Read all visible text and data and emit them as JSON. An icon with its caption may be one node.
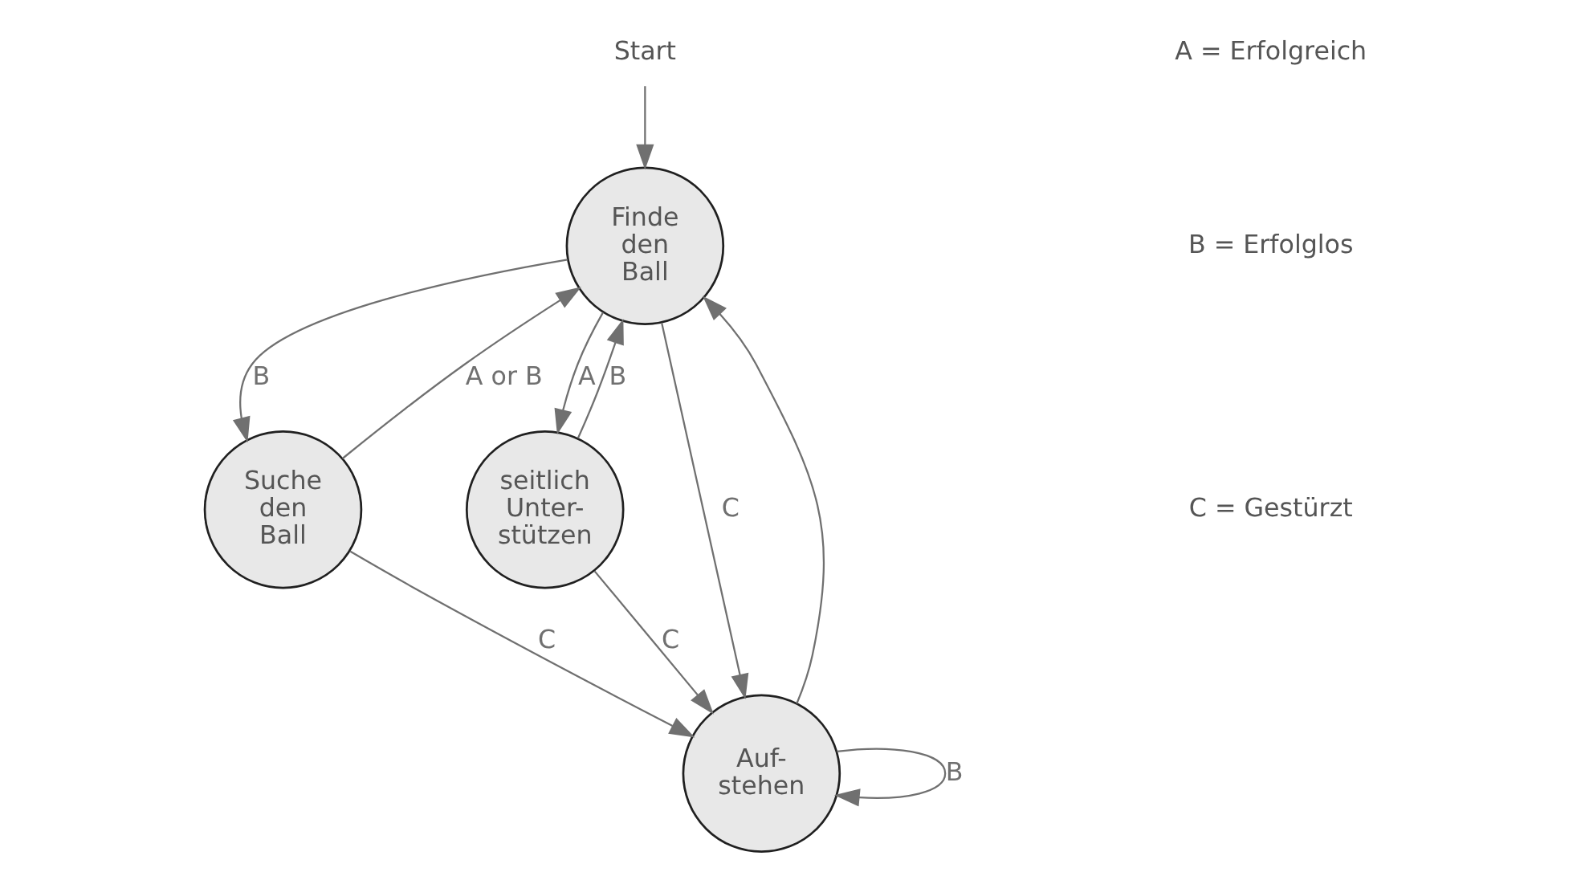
{
  "diagram": {
    "nodes": [
      {
        "text": [
          "Start"
        ]
      },
      {
        "text": [
          "Finde den Ball"
        ]
      },
      {
        "text": [
          "Suche den Ball"
        ]
      },
      {
        "text": [
          "seitlich Unter- stützen"
        ]
      },
      {
        "text": [
          "Auf- stehen"
        ]
      }
    ],
    "edges": [
      {
        "from": 0,
        "to": 1,
        "arrow": "to"
      },
      {
        "from": 1,
        "to": 2,
        "arrow": "to",
        "label": "B"
      },
      {
        "from": 2,
        "to": 1,
        "arrow": "to",
        "label": "A or B"
      },
      {
        "from": 1,
        "to": 3,
        "arrow": "to",
        "label": "A"
      },
      {
        "from": 3,
        "to": 1,
        "arrow": "to",
        "label": "B"
      },
      {
        "from": 1,
        "to": 4,
        "arrow": "to",
        "label": "C"
      },
      {
        "from": 3,
        "to": 4,
        "arrow": "to",
        "label": "C"
      },
      {
        "from": 4,
        "to": 4,
        "arrow": "to",
        "label": "B"
      },
      {
        "from": 4,
        "to": 1,
        "arrow": "to"
      },
      {
        "from": 2,
        "to": 4,
        "arrow": "to",
        "label": "C"
      }
    ],
    "labels": [
      "A = Erfolgreich",
      "B = Erfolglos",
      "C = Gestürzt"
    ]
  }
}
